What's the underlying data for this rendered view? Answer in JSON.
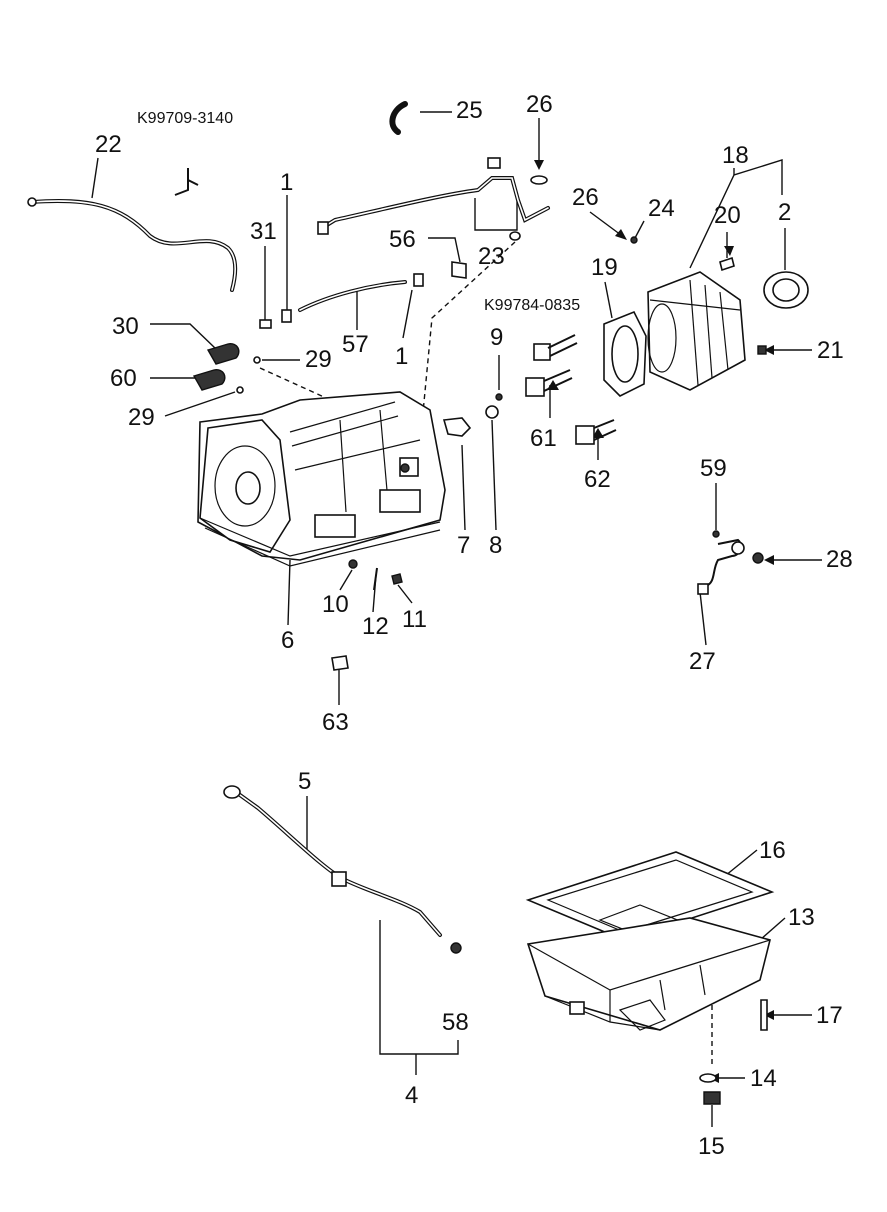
{
  "part_numbers": {
    "k99709": "K99709-3140",
    "k99784": "K99784-0835"
  },
  "callouts": {
    "c1": "1",
    "c2": "2",
    "c4": "4",
    "c5": "5",
    "c6": "6",
    "c7": "7",
    "c8": "8",
    "c9": "9",
    "c10": "10",
    "c11": "11",
    "c12": "12",
    "c13": "13",
    "c14": "14",
    "c15": "15",
    "c16": "16",
    "c17": "17",
    "c18": "18",
    "c19": "19",
    "c20": "20",
    "c21": "21",
    "c22": "22",
    "c23": "23",
    "c24": "24",
    "c25": "25",
    "c26": "26",
    "c27": "27",
    "c28": "28",
    "c29": "29",
    "c30": "30",
    "c31": "31",
    "c56": "56",
    "c57": "57",
    "c58": "58",
    "c59": "59",
    "c60": "60",
    "c61": "61",
    "c62": "62",
    "c63": "63"
  }
}
